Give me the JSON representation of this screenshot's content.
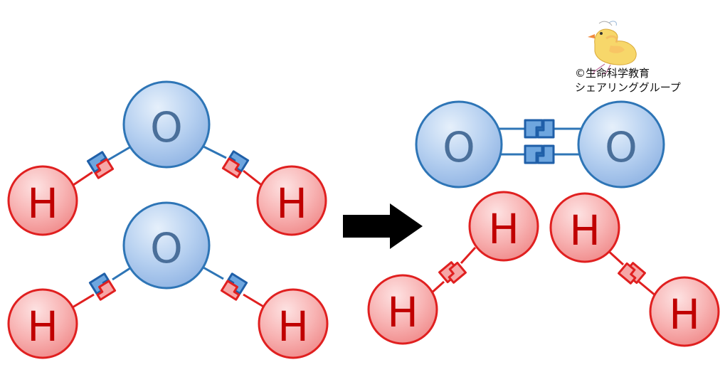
{
  "colors": {
    "oxygen_fill": "#a9c8ee",
    "oxygen_stroke": "#2e75b6",
    "oxygen_text": "#4a6f9a",
    "hydrogen_fill": "#f6a7a7",
    "hydrogen_stroke": "#e02020",
    "hydrogen_text": "#c00000",
    "arrow": "#000000"
  },
  "atoms": {
    "oxygen_label": "O",
    "hydrogen_label": "H"
  },
  "reaction": {
    "reactants": "2 H2O",
    "products": "O2 + 2 H2"
  },
  "credit": {
    "line1": "©生命科学教育",
    "line2": "シェアリンググループ"
  },
  "icons": {
    "mascot": "chick-icon",
    "arrow": "arrow-right-icon"
  }
}
